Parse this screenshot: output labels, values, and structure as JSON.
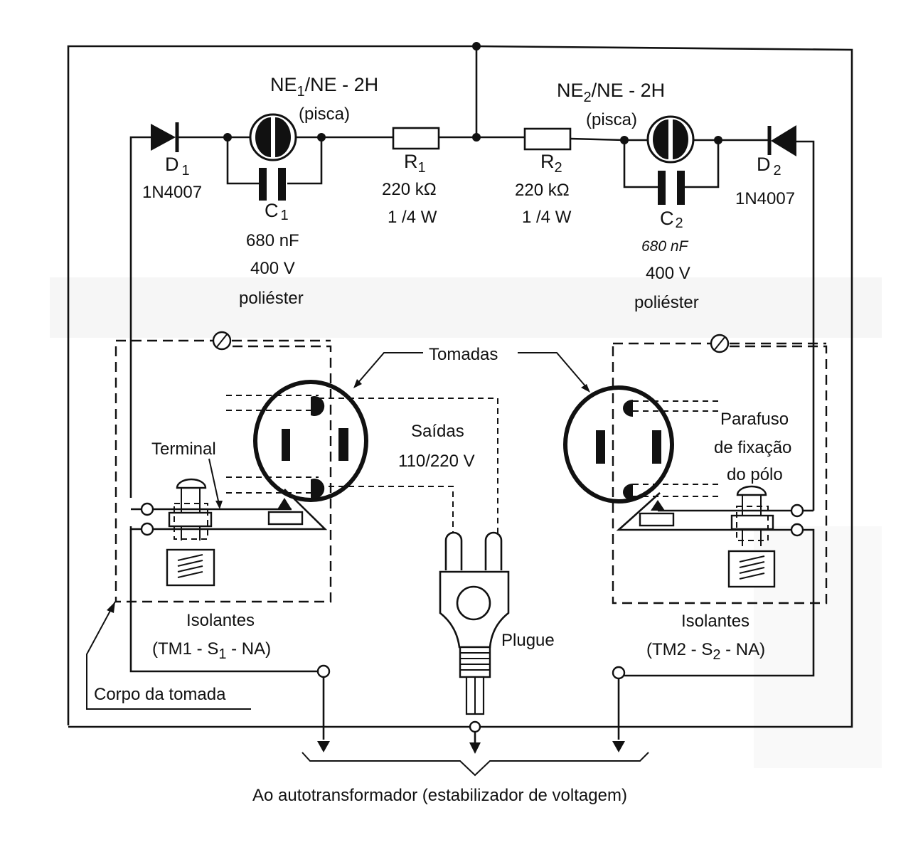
{
  "diagram": {
    "title": "Ao autotransformador (estabilizador de voltagem)",
    "components": {
      "ne1": {
        "name": "NE",
        "sub": "1",
        "suffix": "/NE - 2H",
        "note": "(pisca)"
      },
      "ne2": {
        "name": "NE",
        "sub": "2",
        "suffix": "/NE - 2H",
        "note": "(pisca)"
      },
      "d1": {
        "name": "D",
        "sub": "1",
        "part": "1N4007"
      },
      "d2": {
        "name": "D",
        "sub": "2",
        "part": "1N4007"
      },
      "c1": {
        "name": "C",
        "sub": "1",
        "value": "680 nF",
        "voltage": "400 V",
        "type": "poliéster"
      },
      "c2": {
        "name": "C",
        "sub": "2",
        "value": "680 nF",
        "voltage": "400 V",
        "type": "poliéster"
      },
      "r1": {
        "name": "R",
        "sub": "1",
        "value": "220 kΩ",
        "power": "1 /4 W"
      },
      "r2": {
        "name": "R",
        "sub": "2",
        "value": "220 kΩ",
        "power": "1 /4 W"
      }
    },
    "labels": {
      "tomadas": "Tomadas",
      "saidas": "Saídas",
      "saidas_voltage": "110/220 V",
      "terminal": "Terminal",
      "parafuso_1": "Parafuso",
      "parafuso_2": "de fixação",
      "parafuso_3": "do pólo",
      "plugue": "Plugue",
      "corpo": "Corpo da tomada",
      "isolantes_left": "Isolantes",
      "switch_left_a": "(TM1 - S",
      "switch_left_sub": "1",
      "switch_left_b": " - NA)",
      "isolantes_right": "Isolantes",
      "switch_right_a": "(TM2 - S",
      "switch_right_sub": "2",
      "switch_right_b": " - NA)"
    }
  }
}
